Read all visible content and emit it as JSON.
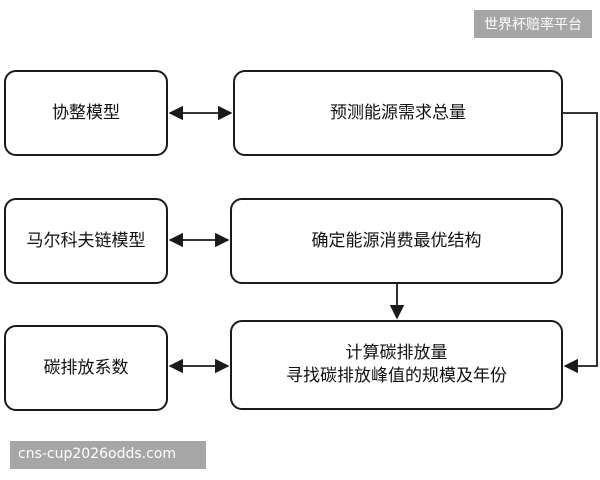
{
  "watermarks": {
    "top": "世界杯赔率平台",
    "bottom": "cns-cup2026odds.com"
  },
  "nodes": {
    "left_1": "协整模型",
    "left_2": "马尔科夫链模型",
    "left_3": "碳排放系数",
    "right_1": "预测能源需求总量",
    "right_2": "确定能源消费最优结构",
    "right_3_line_1": "计算碳排放量",
    "right_3_line_2": "寻找碳排放峰值的规模及年份"
  },
  "edges": [
    {
      "from": "left_1",
      "to": "right_1",
      "direction": "both"
    },
    {
      "from": "left_2",
      "to": "right_2",
      "direction": "both"
    },
    {
      "from": "left_3",
      "to": "right_3",
      "direction": "both"
    },
    {
      "from": "right_2",
      "to": "right_3",
      "direction": "forward"
    },
    {
      "from": "right_1",
      "to": "right_3",
      "direction": "forward"
    }
  ],
  "colors": {
    "stroke": "#1a1a1a",
    "text": "#111111",
    "background": "#ffffff",
    "watermark_bg": "#969696"
  }
}
